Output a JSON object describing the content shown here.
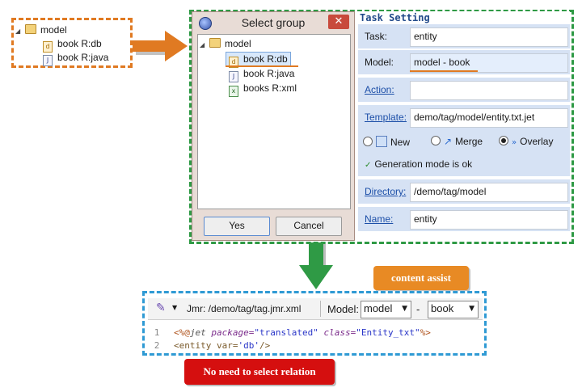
{
  "left_tree": {
    "root": "model",
    "items": [
      "book R:db",
      "book R:java"
    ]
  },
  "dialog": {
    "title": "Select group",
    "close_glyph": "✕",
    "root": "model",
    "items": [
      "book R:db",
      "book R:java",
      "books R:xml"
    ],
    "selected_index": 0,
    "ok_label": "Yes",
    "cancel_label": "Cancel"
  },
  "task": {
    "title": "Task Setting",
    "task_label": "Task:",
    "task_value": "entity",
    "model_label": "Model:",
    "model_value": "model - book",
    "action_label": "Action:",
    "action_value": "",
    "template_label": "Template:",
    "template_value": "demo/tag/model/entity.txt.jet",
    "modes": [
      "New",
      "Merge",
      "Overlay"
    ],
    "selected_mode": "Overlay",
    "status": "Generation mode is ok",
    "directory_label": "Directory:",
    "directory_value": "/demo/tag/model",
    "name_label": "Name:",
    "name_value": "entity"
  },
  "editor": {
    "jmr_label": "Jmr: /demo/tag/tag.jmr.xml",
    "model_label": "Model:",
    "model_value": "model",
    "separator": "-",
    "group_value": "book",
    "line_numbers": [
      "1",
      "2"
    ],
    "line1": {
      "open": "<%@",
      "directive": "jet",
      "attr1": " package=",
      "val1": "\"translated\"",
      "attr2": " class=",
      "val2": "\"Entity_txt\"",
      "close": "%>"
    },
    "line2": {
      "open": "<entity var=",
      "val": "'db'",
      "close": "/>"
    }
  },
  "callouts": {
    "content_assist": "content assist",
    "no_need": "No need to select relation"
  },
  "colors": {
    "orange": "#e07a22",
    "green": "#2f9a45",
    "blue": "#2f9ad4",
    "red": "#d50f0f"
  }
}
